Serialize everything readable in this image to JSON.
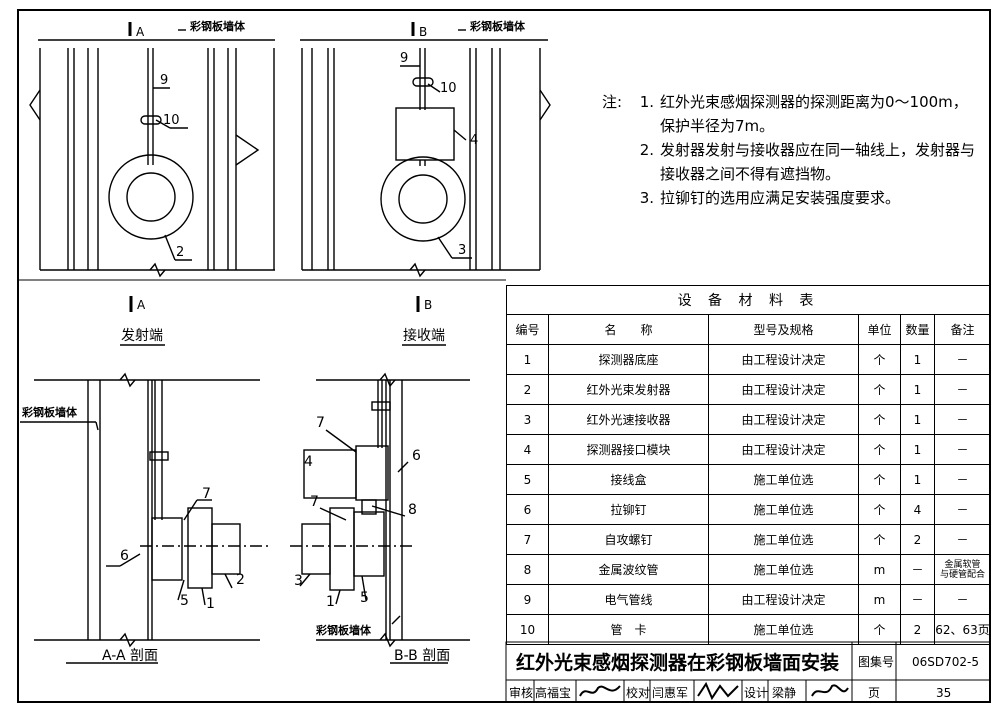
{
  "top_left": {
    "section_mark": "A",
    "wall_label": "彩钢板墙体",
    "callouts": [
      "9",
      "10",
      "2"
    ]
  },
  "top_middle": {
    "section_mark": "B",
    "wall_label": "彩钢板墙体",
    "callouts": [
      "9",
      "10",
      "4",
      "3"
    ]
  },
  "notes": {
    "prefix": "注:",
    "items": [
      {
        "num": "1.",
        "lines": [
          "红外光束感烟探测器的探测距离为0～100m，",
          "保护半径为7m。"
        ]
      },
      {
        "num": "2.",
        "lines": [
          "发射器发射与接收器应在同一轴线上，发射器与",
          "接收器之间不得有遮挡物。"
        ]
      },
      {
        "num": "3.",
        "lines": [
          "拉铆钉的选用应满足安装强度要求。"
        ]
      }
    ]
  },
  "section_a": {
    "mark": "A",
    "title": "发射端",
    "wall_label": "彩钢板墙体",
    "callouts": [
      "7",
      "6",
      "2",
      "5",
      "1"
    ],
    "caption": "A-A 剖面"
  },
  "section_b": {
    "mark": "B",
    "title": "接收端",
    "wall_label": "彩钢板墙体",
    "callouts": [
      "7",
      "6",
      "4",
      "7",
      "8",
      "3",
      "1",
      "5"
    ],
    "caption": "B-B 剖面"
  },
  "materials": {
    "caption": "设 备 材 料 表",
    "headers": [
      "编号",
      "名　　称",
      "型号及规格",
      "单位",
      "数量",
      "备注"
    ],
    "rows": [
      {
        "no": "1",
        "name": "探测器底座",
        "spec": "由工程设计决定",
        "unit": "个",
        "qty": "1",
        "remark": "－"
      },
      {
        "no": "2",
        "name": "红外光束发射器",
        "spec": "由工程设计决定",
        "unit": "个",
        "qty": "1",
        "remark": "－"
      },
      {
        "no": "3",
        "name": "红外光速接收器",
        "spec": "由工程设计决定",
        "unit": "个",
        "qty": "1",
        "remark": "－"
      },
      {
        "no": "4",
        "name": "探测器接口模块",
        "spec": "由工程设计决定",
        "unit": "个",
        "qty": "1",
        "remark": "－"
      },
      {
        "no": "5",
        "name": "接线盒",
        "spec": "施工单位选",
        "unit": "个",
        "qty": "1",
        "remark": "－"
      },
      {
        "no": "6",
        "name": "拉铆钉",
        "spec": "施工单位选",
        "unit": "个",
        "qty": "4",
        "remark": "－"
      },
      {
        "no": "7",
        "name": "自攻螺钉",
        "spec": "施工单位选",
        "unit": "个",
        "qty": "2",
        "remark": "－"
      },
      {
        "no": "8",
        "name": "金属波纹管",
        "spec": "施工单位选",
        "unit": "m",
        "qty": "－",
        "remark": "金属软管\n与硬管配合"
      },
      {
        "no": "9",
        "name": "电气管线",
        "spec": "由工程设计决定",
        "unit": "m",
        "qty": "－",
        "remark": "－"
      },
      {
        "no": "10",
        "name": "管　卡",
        "spec": "施工单位选",
        "unit": "个",
        "qty": "2",
        "remark": "62、63页"
      }
    ]
  },
  "title_block": {
    "title": "红外光束感烟探测器在彩钢板墙面安装",
    "atlas_label": "图集号",
    "atlas_no": "06SD702-5",
    "review_label": "审核",
    "reviewer": "高福宝",
    "check_label": "校对",
    "checker": "闫惠军",
    "design_label": "设计",
    "designer": "梁静",
    "page_label": "页",
    "page_no": "35"
  }
}
